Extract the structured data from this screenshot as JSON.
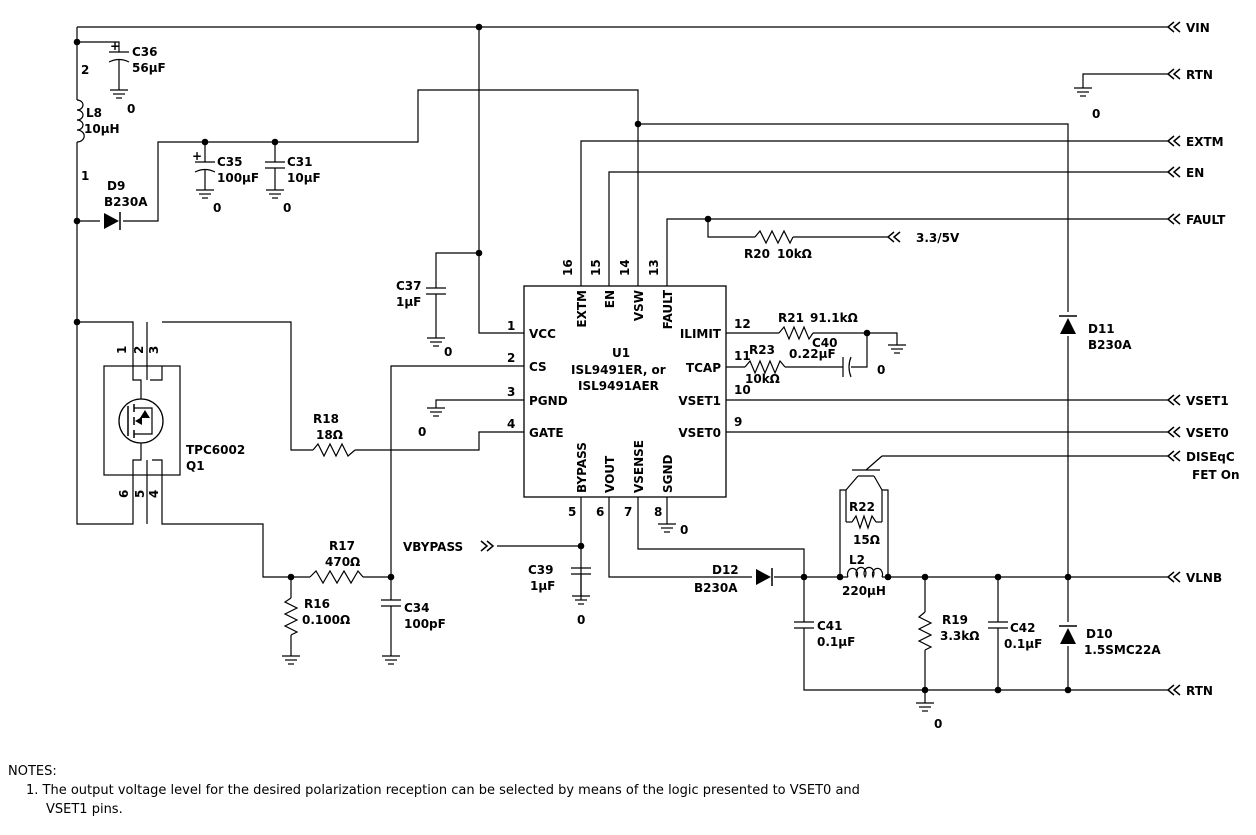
{
  "ports": {
    "vin": "VIN",
    "rtn_top": "RTN",
    "extm": "EXTM",
    "en": "EN",
    "fault": "FAULT",
    "v335": "3.3/5V",
    "vset1": "VSET1",
    "vset0": "VSET0",
    "diseqc_1": "DISEqC",
    "diseqc_2": "FET On",
    "vlnb": "VLNB",
    "rtn_bottom": "RTN",
    "vbypass": "VBYPASS"
  },
  "ic": {
    "ref": "U1",
    "part1": "ISL9491ER, or",
    "part2": "ISL9491AER",
    "pins": {
      "vcc": "VCC",
      "cs": "CS",
      "pgnd": "PGND",
      "gate": "GATE",
      "ilimit": "ILIMIT",
      "tcap": "TCAP",
      "vset1": "VSET1",
      "vset0": "VSET0",
      "extm": "EXTM",
      "en": "EN",
      "vsw": "VSW",
      "fault": "FAULT",
      "bypass": "BYPASS",
      "vout": "VOUT",
      "vsense": "VSENSE",
      "sgnd": "SGND"
    },
    "pin_numbers": {
      "p1": "1",
      "p2": "2",
      "p3": "3",
      "p4": "4",
      "p5": "5",
      "p6": "6",
      "p7": "7",
      "p8": "8",
      "p9": "9",
      "p10": "10",
      "p11": "11",
      "p12": "12",
      "p13": "13",
      "p14": "14",
      "p15": "15",
      "p16": "16"
    }
  },
  "components": {
    "c36": {
      "ref": "C36",
      "value": "56µF"
    },
    "l8": {
      "ref": "L8",
      "value": "10µH"
    },
    "d9": {
      "ref": "D9",
      "value": "B230A"
    },
    "c35": {
      "ref": "C35",
      "value": "100µF"
    },
    "c31": {
      "ref": "C31",
      "value": "10µF"
    },
    "c37": {
      "ref": "C37",
      "value": "1µF"
    },
    "r20": {
      "ref": "R20",
      "value": "10kΩ"
    },
    "r21": {
      "ref": "R21",
      "value": "91.1kΩ"
    },
    "c40": {
      "ref": "C40",
      "value": "0.22µF"
    },
    "r23": {
      "ref": "R23",
      "value": "10kΩ"
    },
    "d11": {
      "ref": "D11",
      "value": "B230A"
    },
    "q1": {
      "ref": "Q1",
      "value": "TPC6002"
    },
    "r18": {
      "ref": "R18",
      "value": "18Ω"
    },
    "r17": {
      "ref": "R17",
      "value": "470Ω"
    },
    "r16": {
      "ref": "R16",
      "value": "0.100Ω"
    },
    "c34": {
      "ref": "C34",
      "value": "100pF"
    },
    "c39": {
      "ref": "C39",
      "value": "1µF"
    },
    "d12": {
      "ref": "D12",
      "value": "B230A"
    },
    "r22": {
      "ref": "R22",
      "value": "15Ω"
    },
    "l2": {
      "ref": "L2",
      "value": "220µH"
    },
    "c41": {
      "ref": "C41",
      "value": "0.1µF"
    },
    "r19": {
      "ref": "R19",
      "value": "3.3kΩ"
    },
    "c42": {
      "ref": "C42",
      "value": "0.1µF"
    },
    "d10": {
      "ref": "D10",
      "value": "1.5SMC22A"
    }
  },
  "node_labels": {
    "l8_pin2": "2",
    "l8_pin1": "1",
    "q1_p1": "1",
    "q1_p2": "2",
    "q1_p3": "3",
    "q1_p6": "6",
    "q1_p5": "5",
    "q1_p4": "4",
    "plus_c36": "+",
    "plus_c35": "+",
    "gnd_c36": "0",
    "gnd_c35": "0",
    "gnd_c31": "0",
    "gnd_c37": "0",
    "gnd_pgnd": "0",
    "gnd_sgnd": "0",
    "gnd_c40": "0",
    "gnd_c39": "0",
    "gnd_rtn_top": "0",
    "gnd_bottom": "0"
  },
  "notes": {
    "heading": "NOTES:",
    "item1_line1": "1. The output voltage level for the desired polarization reception can be selected by means of the logic presented to VSET0 and",
    "item1_line2": "VSET1 pins."
  }
}
